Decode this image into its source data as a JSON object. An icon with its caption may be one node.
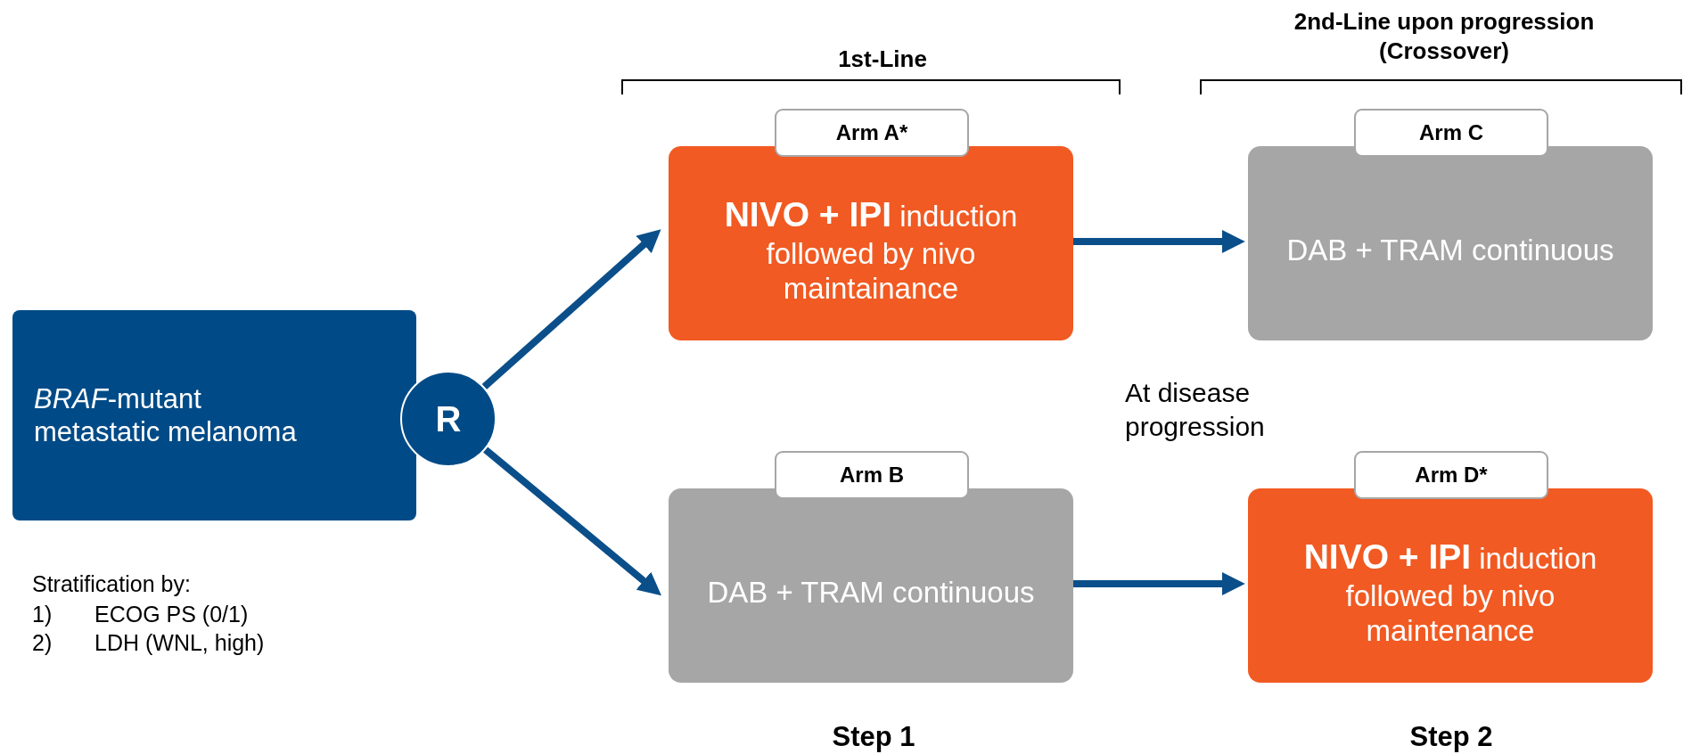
{
  "diagram": {
    "nodes": [
      {
        "text": [
          "*BRAF*-mutant metastatic melanoma"
        ]
      },
      {
        "text": [
          "R"
        ]
      },
      {
        "text": [
          "Arm A*",
          "**NIVO + IPI** induction followed by nivo maintainance"
        ]
      },
      {
        "text": [
          "Arm B",
          "DAB + TRAM continuous"
        ]
      },
      {
        "text": [
          "Arm C",
          "DAB + TRAM continuous"
        ]
      },
      {
        "text": [
          "Arm D*",
          "**NIVO + IPI** induction followed by nivo maintenance"
        ]
      }
    ],
    "edges": [
      {
        "from": 1,
        "to": 2,
        "arrow": "to"
      },
      {
        "from": 1,
        "to": 3,
        "arrow": "to"
      },
      {
        "from": 2,
        "to": 4,
        "arrow": "to"
      },
      {
        "from": 3,
        "to": 5,
        "arrow": "to"
      }
    ],
    "labels": [
      "1st-Line",
      "2nd-Line upon progression (Crossover)",
      "At disease progression",
      "Stratification by:",
      "1)",
      "ECOG PS (0/1)",
      "2)",
      "LDH (WNL, high)",
      "Step 1",
      "Step 2"
    ]
  }
}
